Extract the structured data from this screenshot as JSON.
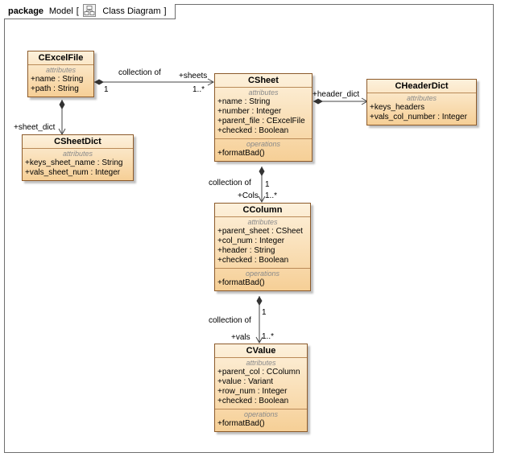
{
  "package": {
    "keyword": "package",
    "name": "Model",
    "diagram_name": "Class Diagram"
  },
  "classes": {
    "cexcelfile": {
      "name": "CExcelFile",
      "attributes_label": "attributes",
      "attributes": [
        {
          "vis": "+",
          "name": "name",
          "type": " : String"
        },
        {
          "vis": "+",
          "name": "path",
          "type": " : String"
        }
      ]
    },
    "csheetdict": {
      "name": "CSheetDict",
      "attributes_label": "attributes",
      "attributes": [
        {
          "vis": "+",
          "name": "keys_sheet_name",
          "type": " : String"
        },
        {
          "vis": "+",
          "name": "vals_sheet_num",
          "type": " : Integer"
        }
      ]
    },
    "csheet": {
      "name": "CSheet",
      "attributes_label": "attributes",
      "attributes": [
        {
          "vis": "+",
          "name": "name",
          "type": " : String"
        },
        {
          "vis": "+",
          "name": "number",
          "type": " : Integer"
        },
        {
          "vis": "+",
          "name": "parent_file",
          "type": " : CExcelFile"
        },
        {
          "vis": "+",
          "name": "checked",
          "type": " : Boolean"
        }
      ],
      "operations_label": "operations",
      "operations": [
        {
          "vis": "+",
          "name": "formatBad()"
        }
      ]
    },
    "cheaderdict": {
      "name": "CHeaderDict",
      "attributes_label": "attributes",
      "attributes": [
        {
          "vis": "+",
          "name": "keys_headers",
          "type": ""
        },
        {
          "vis": "+",
          "name": "vals_col_number",
          "type": " : Integer"
        }
      ]
    },
    "ccolumn": {
      "name": "CColumn",
      "attributes_label": "attributes",
      "attributes": [
        {
          "vis": "+",
          "name": "parent_sheet",
          "type": " : CSheet"
        },
        {
          "vis": "+",
          "name": "col_num",
          "type": " : Integer"
        },
        {
          "vis": "+",
          "name": "header",
          "type": " : String"
        },
        {
          "vis": "+",
          "name": "checked",
          "type": " : Boolean"
        }
      ],
      "operations_label": "operations",
      "operations": [
        {
          "vis": "+",
          "name": "formatBad()"
        }
      ]
    },
    "cvalue": {
      "name": "CValue",
      "attributes_label": "attributes",
      "attributes": [
        {
          "vis": "+",
          "name": "parent_col",
          "type": " : CColumn"
        },
        {
          "vis": "+",
          "name": "value",
          "type": " : Variant"
        },
        {
          "vis": "+",
          "name": "row_num",
          "type": " : Integer"
        },
        {
          "vis": "+",
          "name": "checked",
          "type": " : Boolean"
        }
      ],
      "operations_label": "operations",
      "operations": [
        {
          "vis": "+",
          "name": "formatBad()"
        }
      ]
    }
  },
  "associations": {
    "file_sheets": {
      "name": "collection of",
      "source_mult": "1",
      "target_role": "+sheets",
      "target_mult": "1..*"
    },
    "file_sheetdict": {
      "target_role": "+sheet_dict"
    },
    "sheet_headerdict": {
      "target_role": "+header_dict"
    },
    "sheet_cols": {
      "name": "collection of",
      "source_mult": "1",
      "target_role": "+Cols",
      "target_mult": "1..*"
    },
    "col_vals": {
      "name": "collection of",
      "source_mult": "1",
      "target_role": "+vals",
      "target_mult": "1..*"
    }
  }
}
